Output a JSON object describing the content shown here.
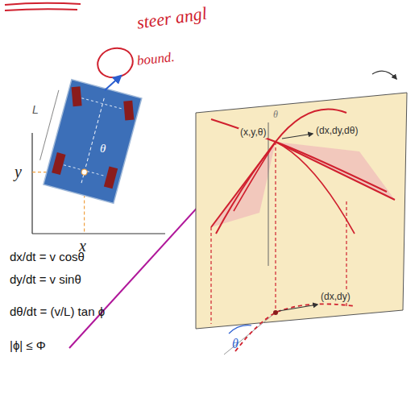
{
  "diagram": {
    "labels": [
      "steer angl",
      "bound.",
      "L",
      "θ",
      "y",
      "x",
      "(x,y,θ)",
      "(dx,dy,dθ)",
      "θ",
      "(dx,dy)",
      "θ",
      "dx/dt = v cosθ",
      "dy/dt = v sinθ",
      "dθ/dt = (v/L) tan ϕ",
      "|ϕ| ≤ Φ"
    ]
  }
}
